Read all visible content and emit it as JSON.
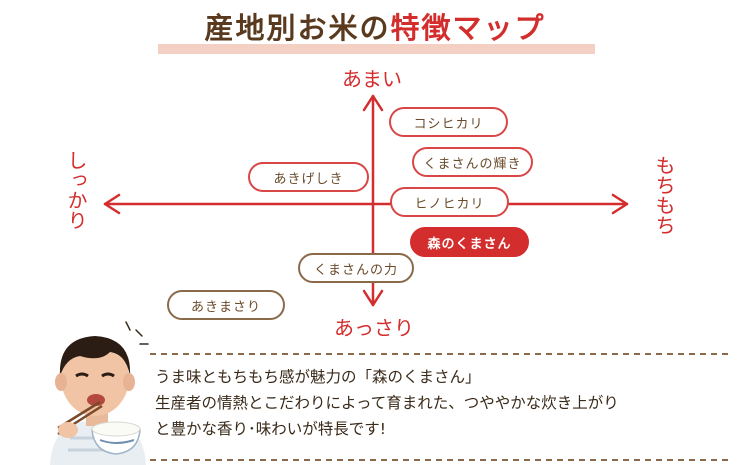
{
  "title": {
    "main": "産地別お米の",
    "accent": "特徴マップ"
  },
  "axes": {
    "top": "あまい",
    "bottom": "あっさり",
    "left": "しっかり",
    "right": "もちもち"
  },
  "varieties": [
    {
      "label": "コシヒカリ"
    },
    {
      "label": "くまさんの輝き"
    },
    {
      "label": "あきげしき"
    },
    {
      "label": "ヒノヒカリ"
    },
    {
      "label": "森のくまさん"
    },
    {
      "label": "くまさんの力"
    },
    {
      "label": "あきまさり"
    }
  ],
  "description": {
    "line1": "うま味ともちもち感が魅力の「森のくまさん」",
    "line2": "生産者の情熱とこだわりによって育まれた、つややかな炊き上がり",
    "line3": "と豊かな香り･味わいが特長です!"
  },
  "colors": {
    "accent": "#d42d2d",
    "brown": "#6a4a2a",
    "title_highlight": "#f3cfc4"
  }
}
